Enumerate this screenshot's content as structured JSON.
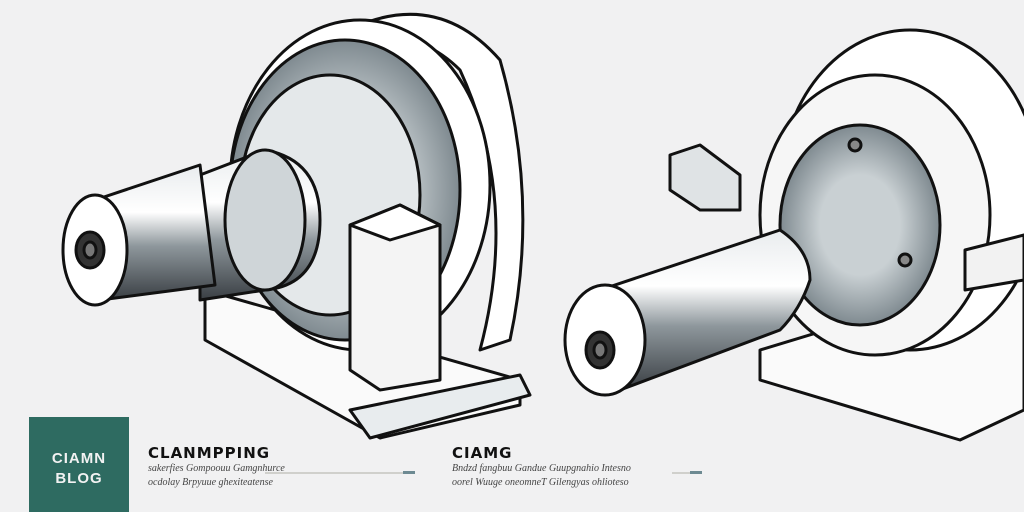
{
  "badge": {
    "line1": "CIAMN",
    "line2": "BLOG",
    "color": "#2e6b61"
  },
  "captions": [
    {
      "title": "CLANMPPING",
      "line1": "sakerfies Gompoouu Gamgnhurce",
      "line2": "ocdolay Brpyuue ghexiteatense"
    },
    {
      "title": "CIAMG",
      "line1": "Bndzd fangbuu Gandue Guupgnahio Intesno",
      "line2": "oorel Wuuge oneomneT Gilengyas ohlioteso"
    }
  ]
}
